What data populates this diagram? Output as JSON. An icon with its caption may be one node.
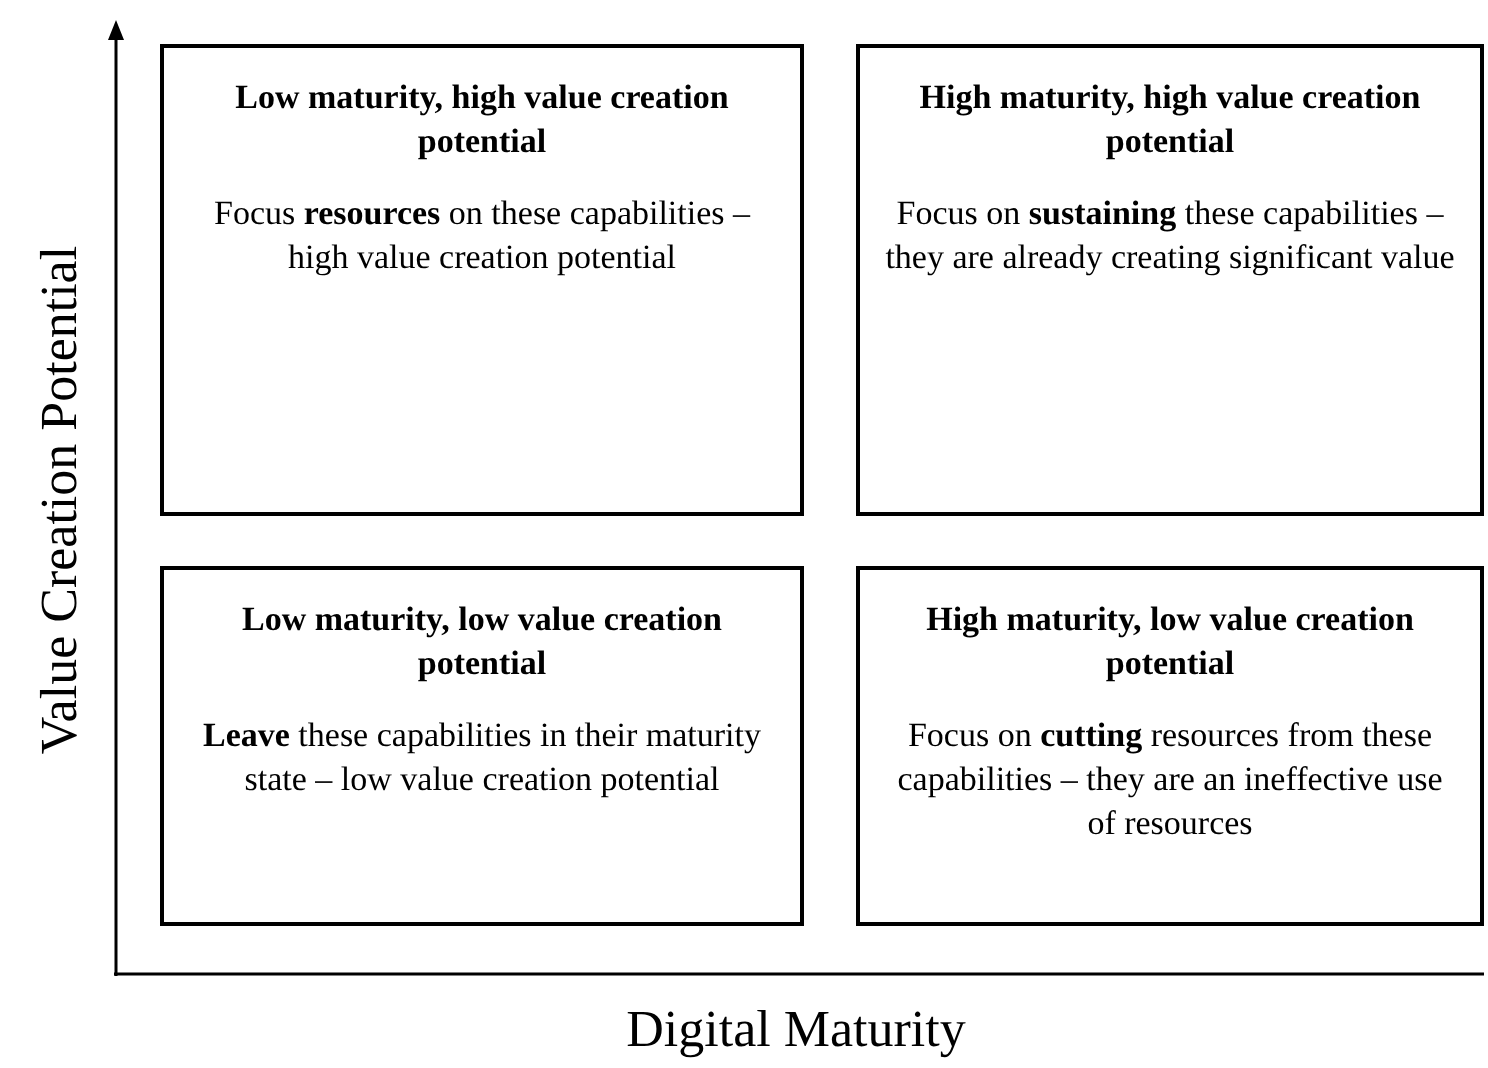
{
  "diagram": {
    "nodes": [
      {
        "text": [
          "Low maturity, high value creation potential",
          "Focus **resources** on these capabilities – high value creation potential"
        ]
      },
      {
        "text": [
          "High maturity, high value creation potential",
          "Focus on **sustaining** these capabilities – they are already creating significant value"
        ]
      },
      {
        "text": [
          "Low maturity, low value creation potential",
          "**Leave** these capabilities in their maturity state – low value creation potential"
        ]
      },
      {
        "text": [
          "High maturity, low value creation potential",
          "Focus on **cutting** resources from these capabilities – they are an ineffective use of resources"
        ]
      }
    ],
    "edges": [],
    "labels": [
      "Value Creation Potential",
      "Digital Maturity"
    ]
  }
}
